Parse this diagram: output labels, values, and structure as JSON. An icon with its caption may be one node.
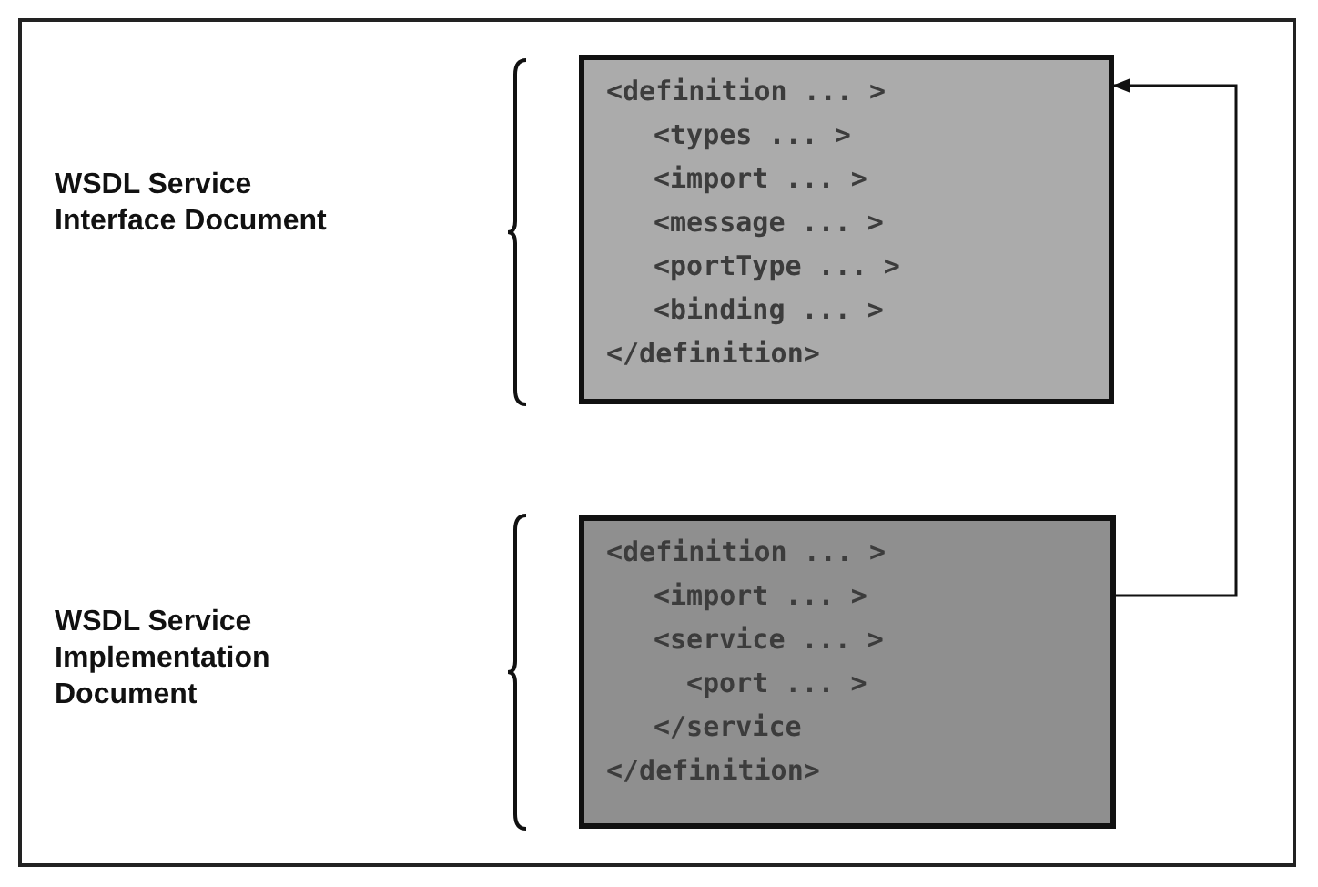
{
  "diagram": {
    "nodes": [
      {
        "text": [
          "<definition ... >",
          "<types ... >",
          "<import ... >",
          "<message ... >",
          "<portType ... >",
          "<binding ... >",
          "</definition>"
        ]
      },
      {
        "text": [
          "<definition ... >",
          "<import ... >",
          "<service ... >",
          "<port ... >",
          "</service",
          "</definition>"
        ]
      }
    ],
    "edges": [
      {
        "from": 1,
        "to": 0,
        "arrow": "to"
      }
    ],
    "labels": [
      "WSDL Service Interface Document",
      "WSDL Service Implementation Document"
    ]
  }
}
